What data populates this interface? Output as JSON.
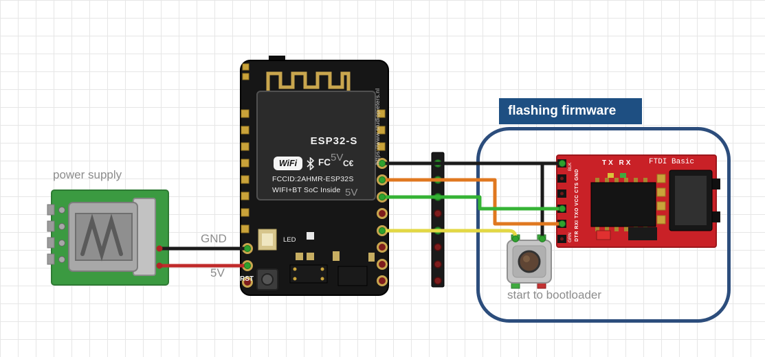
{
  "annotations": {
    "power_supply": "power supply",
    "gnd": "GND",
    "five_v": "5V",
    "flashing_firmware": "flashing firmware",
    "start_to_bootloader": "start to bootloader"
  },
  "esp32": {
    "module_name": "ESP32-S",
    "wifi_logo": "WiFi",
    "fcc_mark": "FC",
    "ce_mark": "C€",
    "fccid_line1": "FCCID:2AHMR-ESP32S",
    "fccid_line2": "WIFI+BT SoC Inside",
    "url_vertical": "https://www.studiopieters.nl",
    "pin_label_5v_top": "5V",
    "pin_label_5v_mid": "5V",
    "led_label": "LED",
    "rst_label": "RST"
  },
  "ftdi": {
    "board_name": "FTDI Basic",
    "tx_rx_label": "TX RX",
    "pin_row_label": "DTR RXI TXO VCC CTS GND",
    "edge_label_top": "BLK",
    "edge_label_bottom": "GRN"
  },
  "wires": [
    {
      "name": "power-gnd-wire",
      "color": "#1b1b1b"
    },
    {
      "name": "power-5v-wire",
      "color": "#c02b2b"
    },
    {
      "name": "gnd-to-ftdi-wire",
      "color": "#1b1b1b"
    },
    {
      "name": "rx-orange-wire",
      "color": "#e07820"
    },
    {
      "name": "tx-green-wire",
      "color": "#35b335"
    },
    {
      "name": "io0-yellow-wire",
      "color": "#e3d844"
    }
  ],
  "colors": {
    "power_board_green": "#3b9a41",
    "esp32_board_black": "#161616",
    "ftdi_board_red": "#c92127",
    "annotation_blue": "#2c4d7c",
    "label_blue_fill": "#1e4f82",
    "pad_gold": "#c9a64e",
    "connected_dot_green": "#2fa12f",
    "hole_red": "#7e1d1d"
  }
}
